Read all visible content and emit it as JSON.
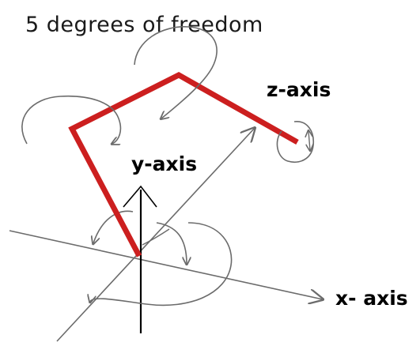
{
  "diagram": {
    "title": "5 degrees of freedom",
    "labels": {
      "z_axis": "z-axis",
      "y_axis": "y-axis",
      "x_axis": "x- axis"
    },
    "colors": {
      "arm": "#cc1f1f",
      "axis": "#6b6b6b",
      "vertical_axis": "#000000",
      "rotation_arrow": "#6b6b6b",
      "text": "#1a1a1a"
    }
  }
}
